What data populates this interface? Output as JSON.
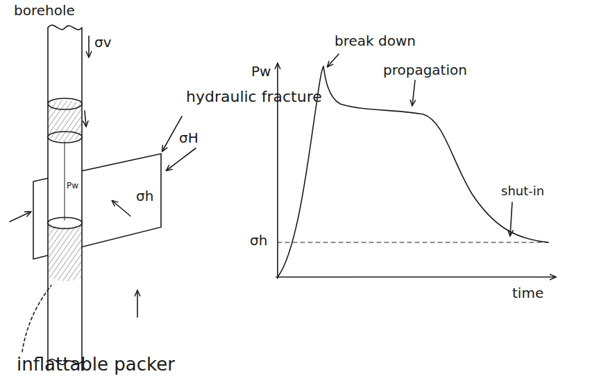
{
  "diagram": {
    "labels": [
      "borehole",
      "σv",
      "hydraulic fracture",
      "σH",
      "σh",
      "Pw",
      "inflattable packer",
      "Pw",
      "break down",
      "propagation",
      "shut-in",
      "σh",
      "time"
    ]
  }
}
